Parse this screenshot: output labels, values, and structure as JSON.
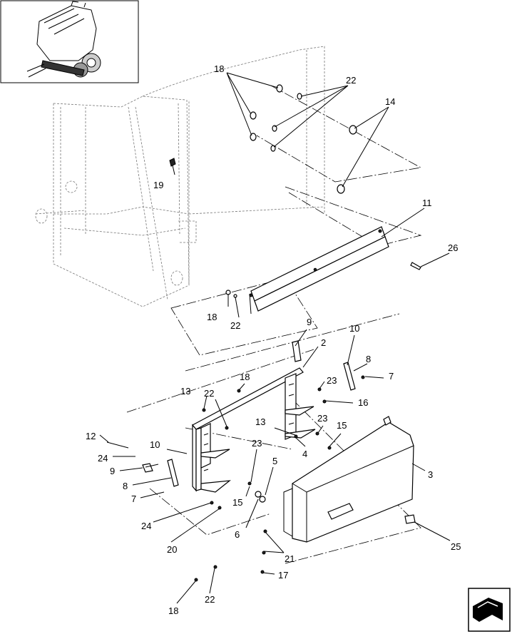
{
  "diagram": {
    "callouts": [
      {
        "id": "c18a",
        "label": "18"
      },
      {
        "id": "c22a",
        "label": "22"
      },
      {
        "id": "c14",
        "label": "14"
      },
      {
        "id": "c19",
        "label": "19"
      },
      {
        "id": "c11",
        "label": "11"
      },
      {
        "id": "c26",
        "label": "26"
      },
      {
        "id": "c18b",
        "label": "18"
      },
      {
        "id": "c22b",
        "label": "22"
      },
      {
        "id": "c9a",
        "label": "9"
      },
      {
        "id": "c10a",
        "label": "10"
      },
      {
        "id": "c2",
        "label": "2"
      },
      {
        "id": "c8a",
        "label": "8"
      },
      {
        "id": "c7a",
        "label": "7"
      },
      {
        "id": "c23a",
        "label": "23"
      },
      {
        "id": "c18c",
        "label": "18"
      },
      {
        "id": "c13a",
        "label": "13"
      },
      {
        "id": "c22c",
        "label": "22"
      },
      {
        "id": "c16",
        "label": "16"
      },
      {
        "id": "c23b",
        "label": "23"
      },
      {
        "id": "c15a",
        "label": "15"
      },
      {
        "id": "c13b",
        "label": "13"
      },
      {
        "id": "c4",
        "label": "4"
      },
      {
        "id": "c12",
        "label": "12"
      },
      {
        "id": "c24a",
        "label": "24"
      },
      {
        "id": "c10b",
        "label": "10"
      },
      {
        "id": "c23c",
        "label": "23"
      },
      {
        "id": "c9b",
        "label": "9"
      },
      {
        "id": "c5",
        "label": "5"
      },
      {
        "id": "c3",
        "label": "3"
      },
      {
        "id": "c8b",
        "label": "8"
      },
      {
        "id": "c7b",
        "label": "7"
      },
      {
        "id": "c15b",
        "label": "15"
      },
      {
        "id": "c24b",
        "label": "24"
      },
      {
        "id": "c6",
        "label": "6"
      },
      {
        "id": "c20",
        "label": "20"
      },
      {
        "id": "c25",
        "label": "25"
      },
      {
        "id": "c21",
        "label": "21"
      },
      {
        "id": "c17",
        "label": "17"
      },
      {
        "id": "c18d",
        "label": "18"
      },
      {
        "id": "c22d",
        "label": "22"
      }
    ]
  }
}
